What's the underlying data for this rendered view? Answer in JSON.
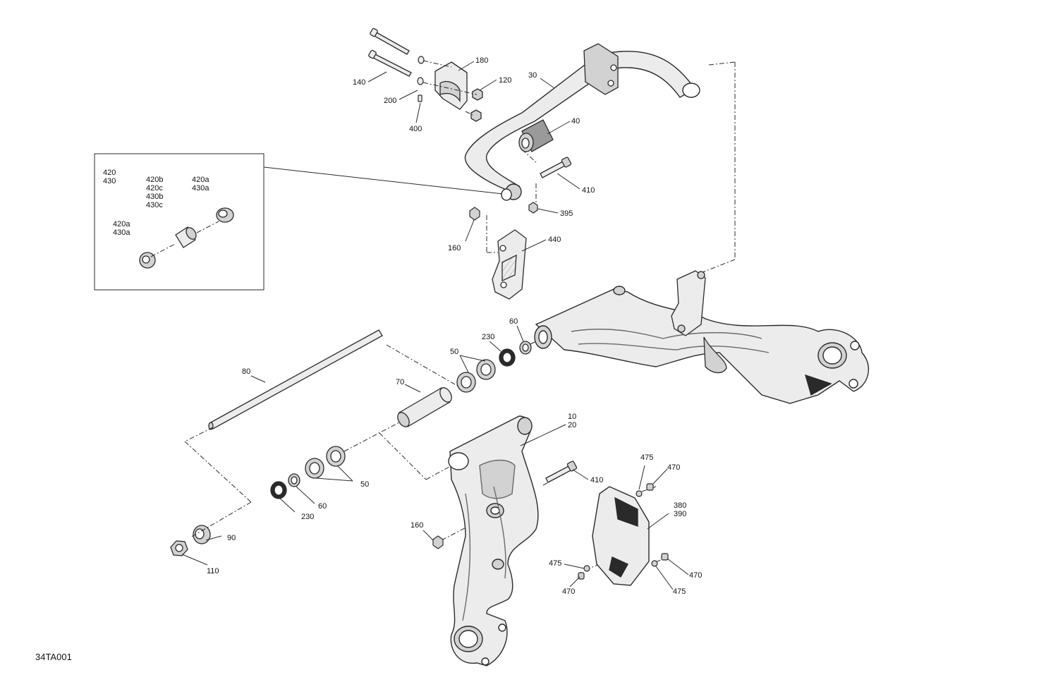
{
  "figure_ref": "34TA001",
  "colors": {
    "line": "#2a2a2a",
    "fill_light": "#ececec",
    "fill_mid": "#d2d2d2",
    "fill_dark": "#9a9a9a"
  },
  "callouts": {
    "c180": "180",
    "c120": "120",
    "c140": "140",
    "c200": "200",
    "c400": "400",
    "c30": "30",
    "c40": "40",
    "c410a": "410",
    "c395": "395",
    "c160a": "160",
    "c440": "440",
    "inset_420_430": "420\n430",
    "inset_420b_group": "420b\n420c\n430b\n430c",
    "inset_420a_430a_top": "420a\n430a",
    "inset_420a_430a_bot": "420a\n430a",
    "c230a": "230",
    "c60a": "60",
    "c50a": "50",
    "c80": "80",
    "c70": "70",
    "c10_20": "10\n20",
    "c50b": "50",
    "c60b": "60",
    "c230b": "230",
    "c90": "90",
    "c110": "110",
    "c410b": "410",
    "c160b": "160",
    "c475a": "475",
    "c470a": "470",
    "c380_390": "380\n390",
    "c475b": "475",
    "c470b": "470",
    "c470c": "470",
    "c475c": "475"
  }
}
